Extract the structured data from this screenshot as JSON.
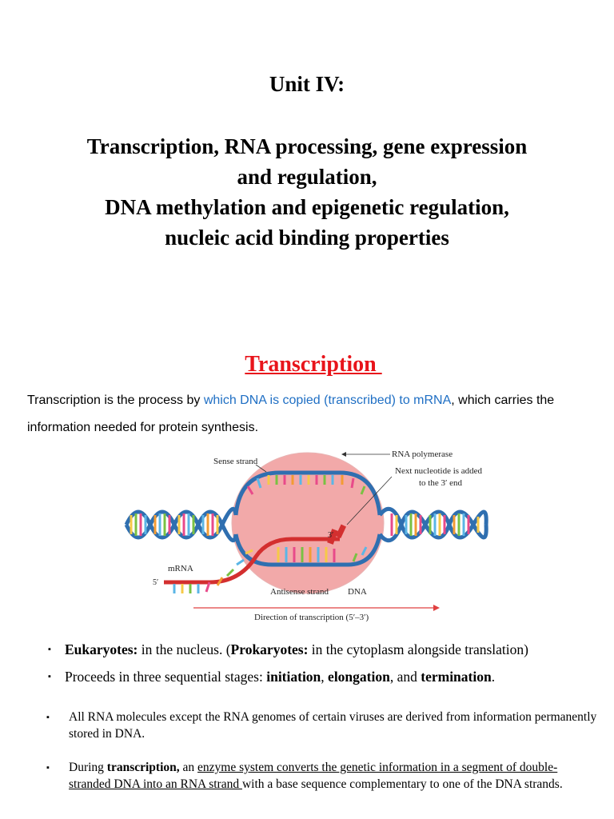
{
  "unit": "Unit IV:",
  "title_lines": [
    "Transcription, RNA processing, gene expression",
    "and regulation,",
    "DNA methylation and epigenetic regulation,",
    "nucleic acid binding properties"
  ],
  "section_heading": "Transcription ",
  "intro": {
    "part1": "Transcription is the process by ",
    "highlight": "which DNA is copied (transcribed) to mRNA",
    "part2": ", which carries the information needed for protein synthesis."
  },
  "diagram": {
    "labels": {
      "sense_strand": "Sense strand",
      "rna_polymerase": "RNA polymerase",
      "next_nucleotide_1": "Next nucleotide is added",
      "next_nucleotide_2": "to the 3′ end",
      "three_prime": "3′",
      "mrna": "mRNA",
      "five_prime": "5′",
      "antisense_strand": "Antisense strand",
      "dna": "DNA",
      "direction": "Direction of transcription (5′–3′)"
    },
    "colors": {
      "dna_strand": "#2f6fb0",
      "mrna_strand": "#d32f2f",
      "polymerase": "#f2a9a9",
      "arrow": "#e04040"
    }
  },
  "bullets": {
    "b1": {
      "bold1": "Eukaryotes:",
      "text1": " in the nucleus. (",
      "bold2": "Prokaryotes:",
      "text2": " in the cytoplasm alongside translation)"
    },
    "b2": {
      "text1": "Proceeds in three sequential stages: ",
      "bold1": "initiation",
      "text2": ", ",
      "bold2": "elongation",
      "text3": ", and ",
      "bold3": "termination",
      "text4": "."
    },
    "b3": {
      "text": "All RNA molecules except the RNA genomes of certain viruses are derived from information permanently stored in DNA."
    },
    "b4": {
      "text1": "During ",
      "bold1": "transcription,",
      "text2": " an ",
      "underline1": "enzyme system converts the genetic information in a segment of double-stranded DNA into an RNA strand ",
      "text3": "with a base sequence complementary to one of the DNA strands."
    },
    "marker": "▪"
  }
}
